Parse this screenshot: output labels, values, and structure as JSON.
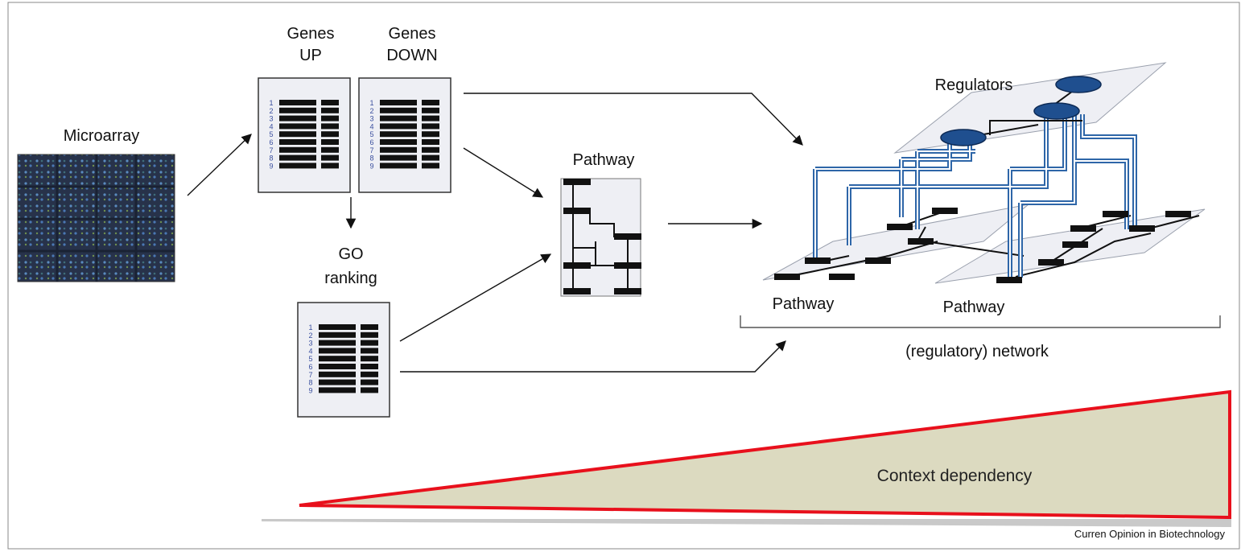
{
  "labels": {
    "microarray": "Microarray",
    "genes_up_line1": "Genes",
    "genes_up_line2": "UP",
    "genes_down_line1": "Genes",
    "genes_down_line2": "DOWN",
    "go_line1": "GO",
    "go_line2": "ranking",
    "pathway_center": "Pathway",
    "regulators": "Regulators",
    "pathway_left": "Pathway",
    "pathway_right": "Pathway",
    "network": "(regulatory) network",
    "context": "Context dependency",
    "credit": "Curren Opinion in Biotechnology"
  },
  "list_numbers": [
    "1",
    "2",
    "3",
    "4",
    "5",
    "6",
    "7",
    "8",
    "9"
  ],
  "colors": {
    "wedge_fill": "#dcdac0",
    "wedge_stroke": "#e8101c",
    "regulator_blue": "#1f4f8f",
    "wire_blue": "#2e66a8",
    "number_blue": "#3a4f9e",
    "panel_fill": "#eeeff4"
  }
}
